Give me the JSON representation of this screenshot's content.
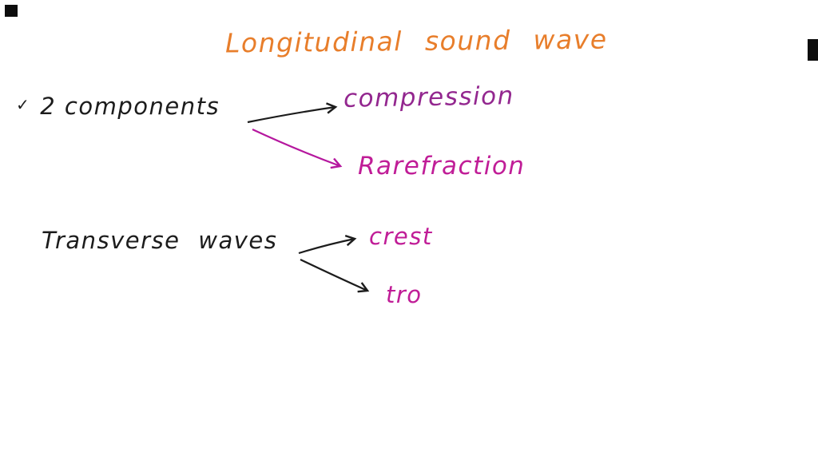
{
  "title": {
    "text": "Longitudinal sound wave",
    "color": "#e87e2b"
  },
  "nodes": {
    "components": {
      "marker": "✓",
      "label": "2 components",
      "ink": "#1c1c1c"
    },
    "compression": {
      "label": "compression",
      "ink": "#93278f"
    },
    "rarefraction": {
      "label": "Rarefraction",
      "ink": "#c01d97"
    },
    "transverse": {
      "label": "Transverse waves",
      "ink": "#1c1c1c"
    },
    "crest": {
      "label": "crest",
      "ink": "#c01d97"
    },
    "trough": {
      "label": "tro",
      "ink": "#c01d97"
    }
  },
  "arrows": [
    {
      "name": "components-to-compression",
      "color": "#1c1c1c"
    },
    {
      "name": "components-to-rarefraction",
      "color": "#b5179e"
    },
    {
      "name": "transverse-to-crest",
      "color": "#1c1c1c"
    },
    {
      "name": "transverse-to-trough",
      "color": "#1c1c1c"
    }
  ]
}
